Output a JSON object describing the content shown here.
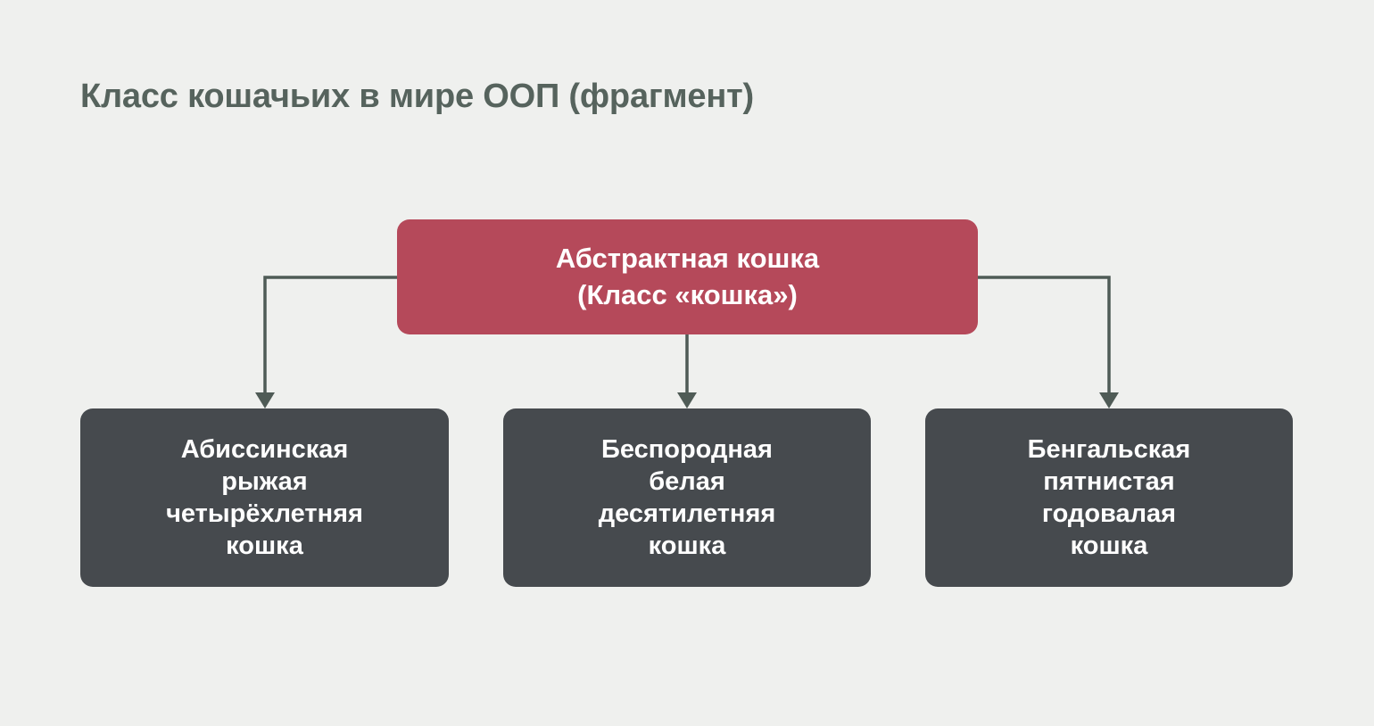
{
  "title": "Класс кошачьих в мире ООП (фрагмент)",
  "colors": {
    "background": "#eff0ee",
    "accent": "#b5495a",
    "node_dark": "#464a4e",
    "line": "#4f5b56",
    "title_color": "#56635d",
    "node_text": "#ffffff"
  },
  "diagram": {
    "root": {
      "label": "Абстрактная кошка\n(Класс «кошка»)"
    },
    "children": [
      {
        "label": "Абиссинская\nрыжая\nчетырёхлетняя\nкошка"
      },
      {
        "label": "Беспородная\nбелая\nдесятилетняя\nкошка"
      },
      {
        "label": "Бенгальская\nпятнистая\nгодовалая\nкошка"
      }
    ]
  }
}
